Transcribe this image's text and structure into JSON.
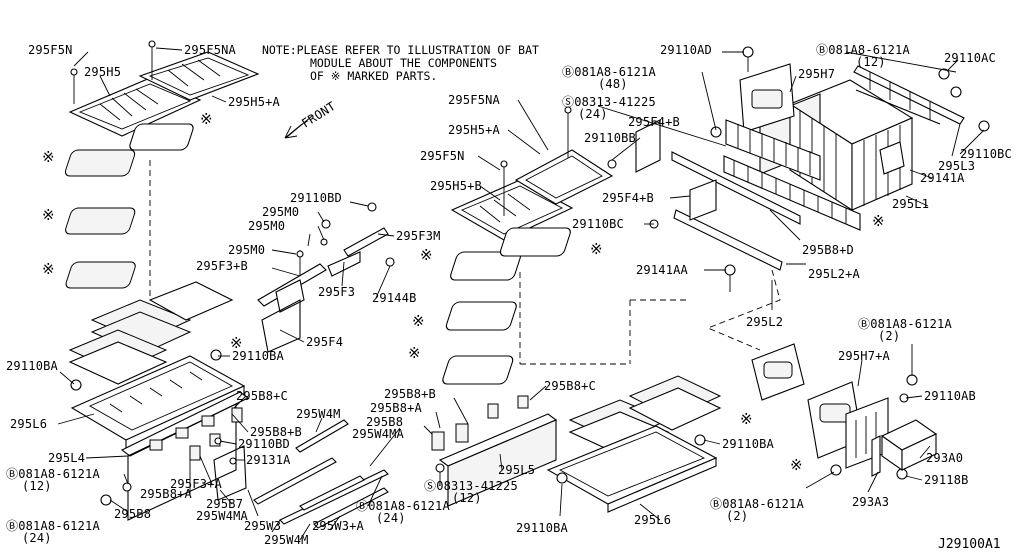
{
  "note": [
    "NOTE:PLEASE REFER TO ILLUSTRATION OF BAT",
    "MODULE ABOUT THE COMPONENTS",
    "OF ※ MARKED PARTS."
  ],
  "front_label": "FRONT",
  "reference_code": "J29100A1",
  "asterisk": "※",
  "labels": {
    "l_295f5n_a": "295F5N",
    "l_295f5na_a": "295F5NA",
    "l_295h5_a": "295H5",
    "l_295h5p_a": "295H5+A",
    "l_29110ad": "29110AD",
    "l_b081a8_48": "Ⓑ081A8-6121A",
    "l_48": "(48)",
    "l_295h7": "295H7",
    "l_b081a8_12a": "Ⓑ081A8-6121A",
    "l_12a": "(12)",
    "l_29110ac": "29110AC",
    "l_s08313_24a": "Ⓢ08313-41225",
    "l_24a": "(24)",
    "l_295f5na_b": "295F5NA",
    "l_295h5p_b": "295H5+A",
    "l_295f5n_b": "295F5N",
    "l_295h5pb": "295H5+B",
    "l_29110bb": "29110BB",
    "l_295f4pb_a": "295F4+B",
    "l_295f4pb_b": "295F4+B",
    "l_29110bc_a": "29110BC",
    "l_295l3": "295L3",
    "l_29110bc_b": "29110BC",
    "l_29141a": "29141A",
    "l_295l1": "295L1",
    "l_295b8pd": "295B8+D",
    "l_29141aa": "29141AA",
    "l_295l2pa": "295L2+A",
    "l_295l2": "295L2",
    "l_29110bd_a": "29110BD",
    "l_295m0_a": "295M0",
    "l_295m0_b": "295M0",
    "l_295f3m": "295F3M",
    "l_295m0_c": "295M0",
    "l_295f3pb": "295F3+B",
    "l_295f3": "295F3",
    "l_29144b": "29144B",
    "l_295f4": "295F4",
    "l_29110ba_a": "29110BA",
    "l_29110ba_b": "29110BA",
    "l_295b8pc_a": "295B8+C",
    "l_295l6_a": "295L6",
    "l_295l4": "295L4",
    "l_295b8pb_a": "295B8+B",
    "l_29110bd_b": "29110BD",
    "l_29131a": "29131A",
    "l_b081a8_12b": "Ⓑ081A8-6121A",
    "l_12b": "(12)",
    "l_295f3pa": "295F3+A",
    "l_295b8pa_a": "295B8+A",
    "l_295b8_a": "295B8",
    "l_295b7": "295B7",
    "l_295w4ma_a": "295W4MA",
    "l_b081a8_24a": "Ⓑ081A8-6121A",
    "l_24b": "(24)",
    "l_295w3": "295W3",
    "l_295w3pa": "295W3+A",
    "l_295w4_a": "295W4M",
    "l_295w4_b": "295W4M",
    "l_295w4ma_b": "295W4MA",
    "l_b081a8_24b": "Ⓑ081A8-6121A",
    "l_24c": "(24)",
    "l_295b8pb_b": "295B8+B",
    "l_295b8pc_b": "295B8+C",
    "l_295b8pa_b": "295B8+A",
    "l_295b8_b": "295B8",
    "l_295l5": "295L5",
    "l_s08313_12": "Ⓢ08313-41225",
    "l_12c": "(12)",
    "l_29110ba_c": "29110BA",
    "l_29110ba_d": "29110BA",
    "l_295l6_b": "295L6",
    "l_b081a8_2a": "Ⓑ081A8-6121A",
    "l_2a": "(2)",
    "l_295h7pa": "295H7+A",
    "l_29110ab": "29110AB",
    "l_293a0": "293A0",
    "l_29118b": "29118B",
    "l_293a3": "293A3",
    "l_b081a8_2b": "Ⓑ081A8-6121A",
    "l_2b": "(2)"
  }
}
